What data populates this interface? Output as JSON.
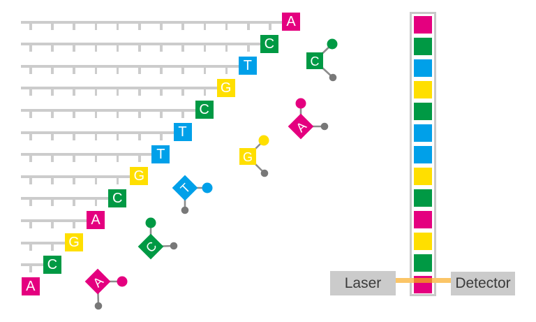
{
  "labels": {
    "laser": "Laser",
    "detector": "Detector"
  },
  "base_colors": {
    "A": "#E4007F",
    "C": "#009944",
    "T": "#00A0E9",
    "G": "#FFDF00"
  },
  "palette": {
    "strand_gray": "#CCCCCC",
    "connector_gray": "#8C8C8C",
    "quencher_gray": "#787878",
    "label_box_gray": "#CBCBCB",
    "label_text": "#3B3B3B",
    "capillary_border": "#C8C8C8",
    "beam_orange": "#FBC567",
    "beam_overlap_orange": "#EF8030",
    "letter_white": "#FFFFFF"
  },
  "fragments": [
    {
      "base": "A"
    },
    {
      "base": "C"
    },
    {
      "base": "T"
    },
    {
      "base": "G"
    },
    {
      "base": "C"
    },
    {
      "base": "T"
    },
    {
      "base": "T"
    },
    {
      "base": "G"
    },
    {
      "base": "C"
    },
    {
      "base": "A"
    },
    {
      "base": "G"
    },
    {
      "base": "C"
    },
    {
      "base": "A"
    }
  ],
  "free_nucleotides": [
    {
      "base": "C",
      "shape": "square"
    },
    {
      "base": "A",
      "shape": "diamond"
    },
    {
      "base": "G",
      "shape": "square"
    },
    {
      "base": "T",
      "shape": "diamond"
    },
    {
      "base": "C",
      "shape": "diamond"
    },
    {
      "base": "A",
      "shape": "diamond"
    }
  ],
  "capillary": {
    "sequence": [
      "A",
      "C",
      "T",
      "G",
      "C",
      "T",
      "T",
      "G",
      "C",
      "A",
      "G",
      "C",
      "A"
    ]
  }
}
